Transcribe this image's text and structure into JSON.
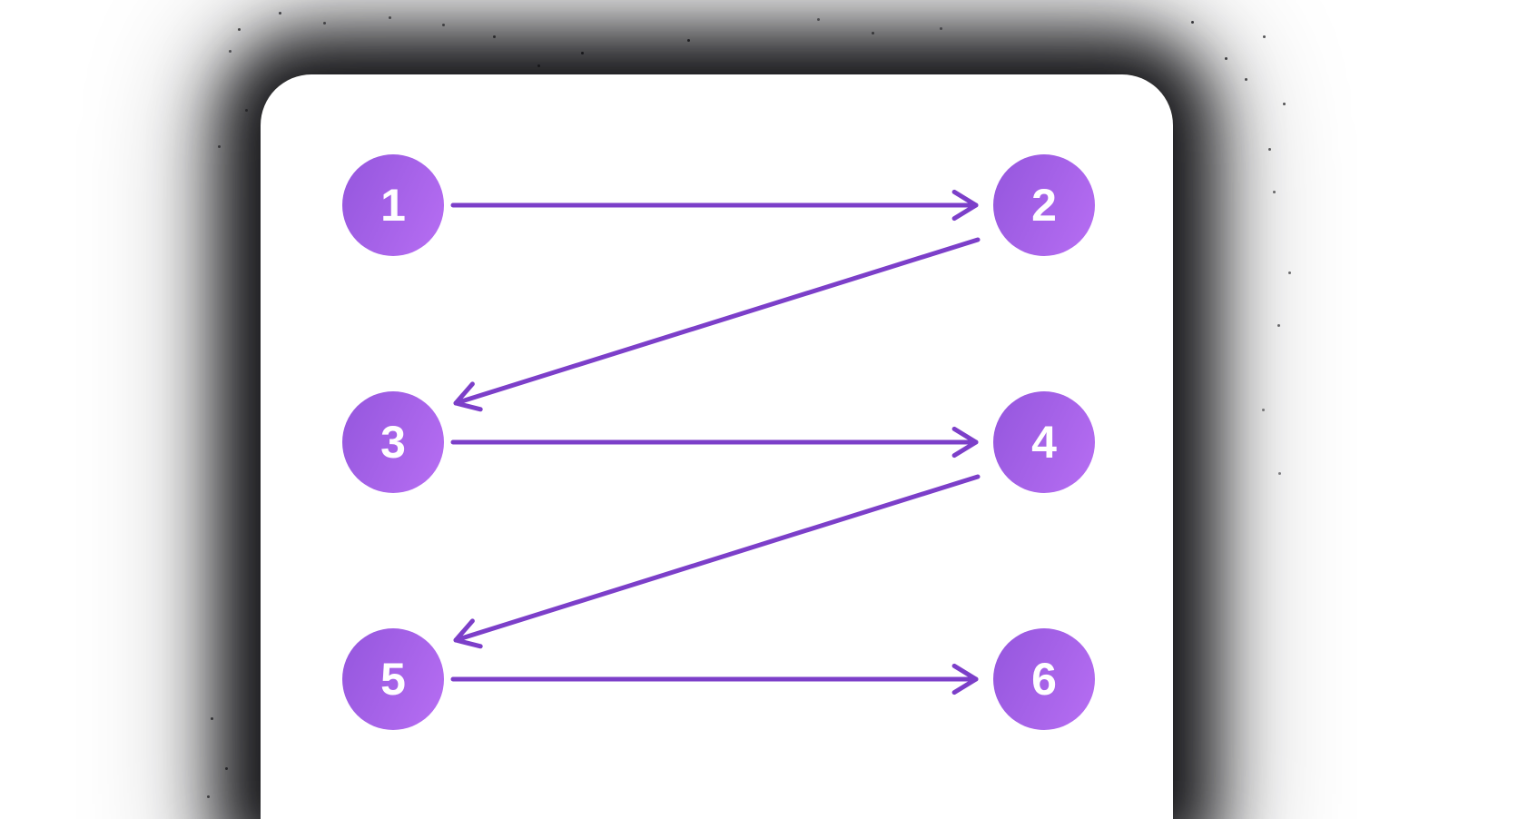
{
  "diagram": {
    "type": "flow",
    "nodes": [
      {
        "id": "1",
        "label": "1"
      },
      {
        "id": "2",
        "label": "2"
      },
      {
        "id": "3",
        "label": "3"
      },
      {
        "id": "4",
        "label": "4"
      },
      {
        "id": "5",
        "label": "5"
      },
      {
        "id": "6",
        "label": "6"
      }
    ],
    "edges": [
      {
        "from": "1",
        "to": "2"
      },
      {
        "from": "2",
        "to": "3"
      },
      {
        "from": "3",
        "to": "4"
      },
      {
        "from": "4",
        "to": "5"
      },
      {
        "from": "5",
        "to": "6"
      }
    ],
    "colors": {
      "node_gradient_start": "#9456dd",
      "node_gradient_end": "#b76ef3",
      "arrow": "#7c3fc9",
      "node_number": "#ffffff",
      "card_background": "#ffffff",
      "shadow": "#131316"
    }
  }
}
